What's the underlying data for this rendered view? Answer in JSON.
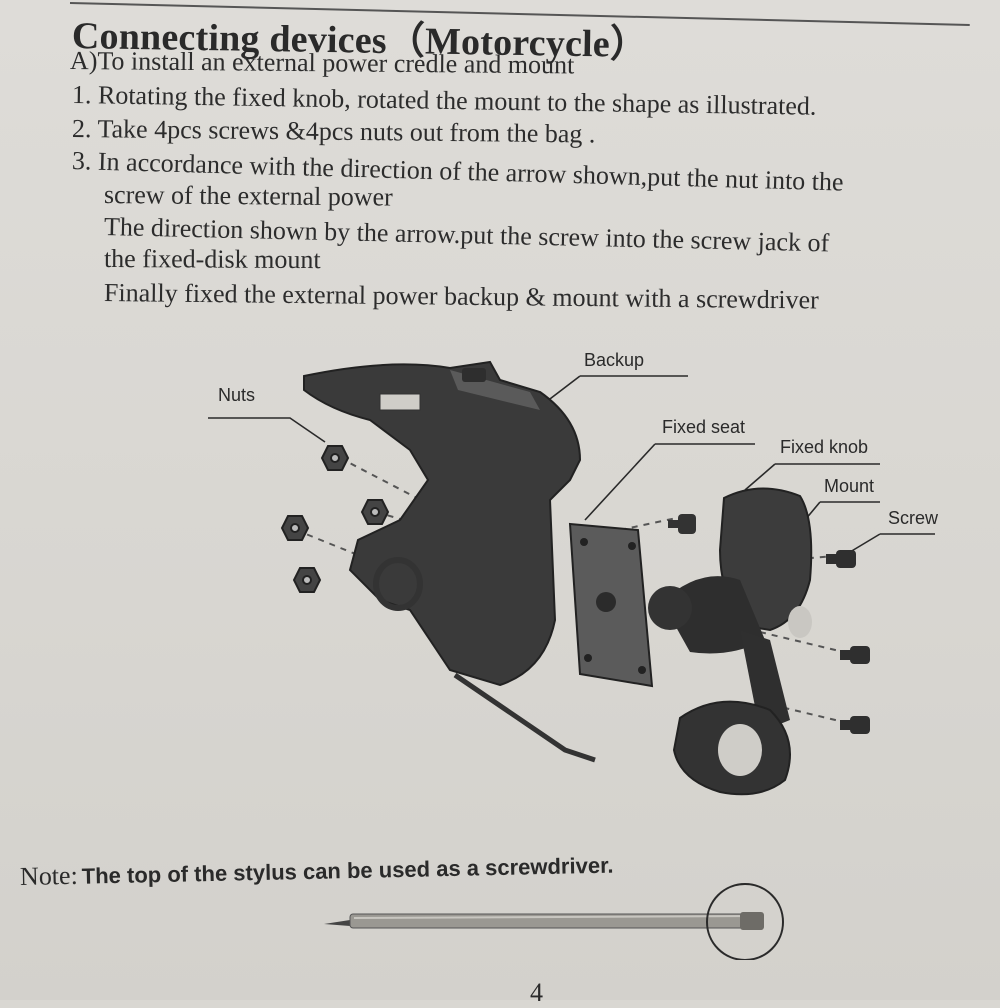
{
  "title": "Connecting devices（Motorcycle）",
  "subtitle": "A)To install an external power credle and mount",
  "steps": [
    "1. Rotating the fixed knob, rotated the mount   to the shape as illustrated.",
    "2. Take 4pcs screws &4pcs nuts out from the   bag .",
    "3. In accordance with the direction of the arrow shown,put the nut into the",
    "screw of the external power",
    "The direction shown by the arrow.put the screw into the   screw jack of",
    "the fixed-disk mount",
    "Finally fixed the external power backup & mount with a screwdriver"
  ],
  "figure": {
    "labels": {
      "backup": "Backup",
      "nuts": "Nuts",
      "fixed_seat": "Fixed seat",
      "fixed_knob": "Fixed knob",
      "mount": "Mount",
      "screw": "Screw"
    }
  },
  "note": {
    "label": "Note:",
    "text": "The top of the stylus can be used as a screwdriver."
  },
  "page_number": "4",
  "colors": {
    "paper": "#dedcd8",
    "ink": "#2a2a2a",
    "part_dark": "#3a3a3a"
  }
}
